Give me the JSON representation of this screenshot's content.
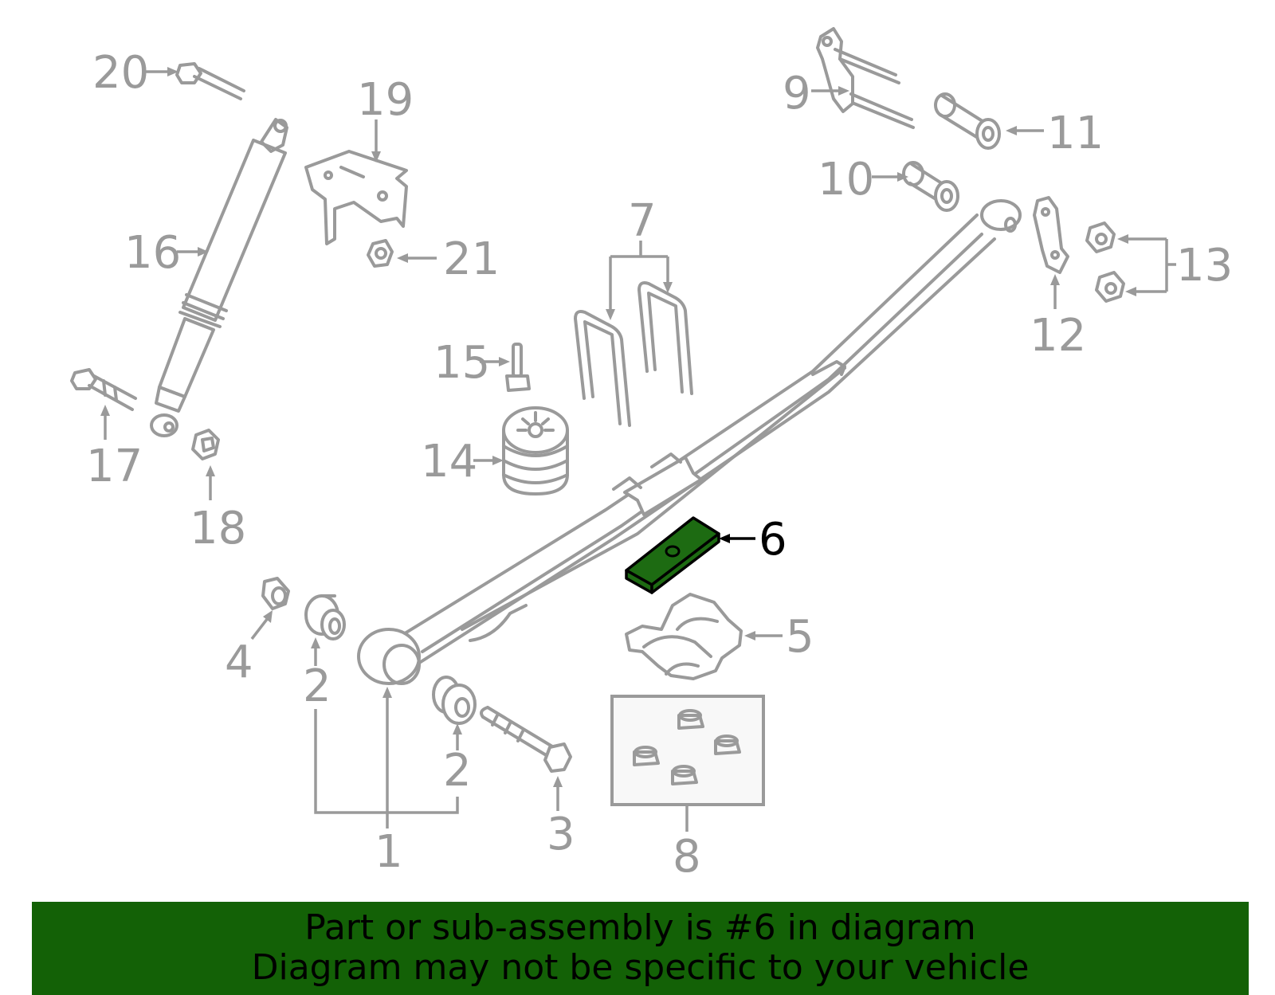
{
  "callouts": {
    "c1": "1",
    "c2a": "2",
    "c2b": "2",
    "c3": "3",
    "c4": "4",
    "c5": "5",
    "c6": "6",
    "c7": "7",
    "c8": "8",
    "c9": "9",
    "c10": "10",
    "c11": "11",
    "c12": "12",
    "c13": "13",
    "c14": "14",
    "c15": "15",
    "c16": "16",
    "c17": "17",
    "c18": "18",
    "c19": "19",
    "c20": "20",
    "c21": "21"
  },
  "highlighted_part": "6",
  "banner": {
    "line1": "Part or sub-assembly is #6 in diagram",
    "line2": "Diagram may not be specific to your vehicle"
  },
  "colors": {
    "highlight": "#1d6b12",
    "banner": "#136106",
    "line": "#9a9a9a"
  }
}
